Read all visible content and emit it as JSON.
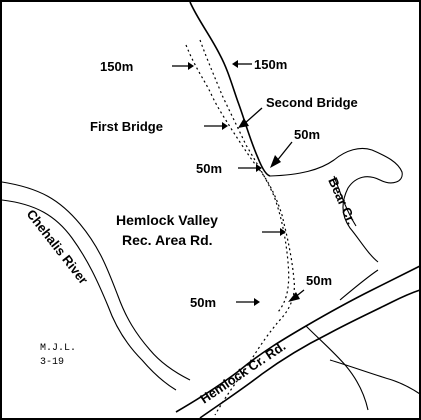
{
  "labels": {
    "dist_150_left": "150m",
    "dist_150_right": "150m",
    "second_bridge": "Second Bridge",
    "first_bridge": "First Bridge",
    "dist_50_upper_right": "50m",
    "dist_50_upper_left": "50m",
    "road_name_line1": "Hemlock Valley",
    "road_name_line2": "Rec. Area Rd.",
    "dist_50_lower_right": "50m",
    "dist_50_lower_left": "50m",
    "chehalis_river": "Chehalis River",
    "creek_right": "Bear Cr.",
    "road_bottom": "Hemlock Cr. Rd."
  },
  "signature": {
    "line1": "M.J.L.",
    "line2": "3-19"
  }
}
